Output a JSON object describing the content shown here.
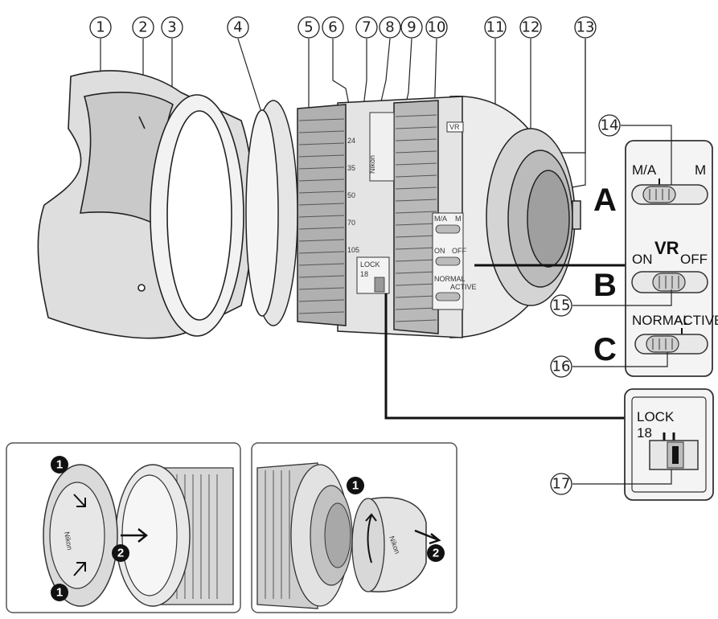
{
  "callouts": [
    "1",
    "2",
    "3",
    "4",
    "5",
    "6",
    "7",
    "8",
    "9",
    "10",
    "11",
    "12",
    "13",
    "14",
    "15",
    "16",
    "17"
  ],
  "switch_letters": [
    "A",
    "B",
    "C"
  ],
  "switch_a": {
    "left": "M/A",
    "right": "M"
  },
  "switch_b": {
    "title": "VR",
    "left": "ON",
    "right": "OFF"
  },
  "switch_c": {
    "left": "NORMAL",
    "right": "ACTIVE"
  },
  "lock_switch": {
    "line1": "LOCK",
    "line2": "18"
  },
  "lens_markings": {
    "brand": "Nikon",
    "vr_badge": "VR",
    "zoom_marks": [
      "24",
      "35",
      "50",
      "70",
      "105"
    ],
    "lock": "LOCK",
    "lock_18": "18",
    "sw_ma": "M/A",
    "sw_m": "M",
    "sw_on": "ON",
    "sw_off": "OFF",
    "sw_normal": "NORMAL",
    "sw_active": "ACTIVE"
  },
  "cap_panels": {
    "step_1": "1",
    "step_2": "2",
    "front_cap_brand": "Nikon",
    "rear_cap_brand": "Nikon"
  }
}
